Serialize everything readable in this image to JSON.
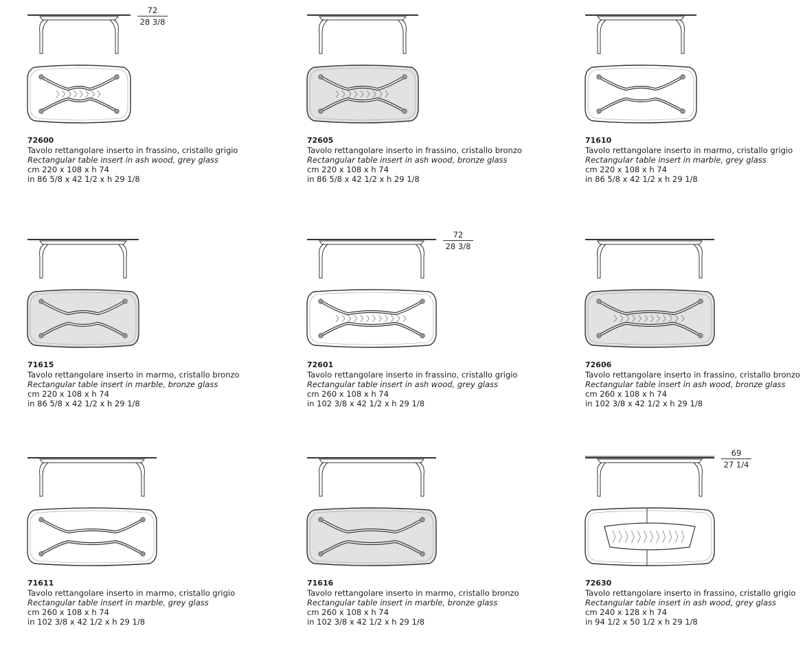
{
  "items": [
    {
      "code": "72600",
      "it": "Tavolo rettangolare inserto in frassino, cristallo grigio",
      "en": "Rectangular table insert in ash wood, grey glass",
      "cm": "cm 220 x 108 x h 74",
      "in": "in 86 5/8 x 42 1/2 x h 29 1/8",
      "height_mark": {
        "num": "72",
        "frac": "28 3/8"
      },
      "top_shade": "none",
      "insert": "ash"
    },
    {
      "code": "72605",
      "it": "Tavolo rettangolare inserto in frassino, cristallo bronzo",
      "en": "Rectangular table insert in ash wood, bronze glass",
      "cm": "cm 220 x 108 x h 74",
      "in": "in 86 5/8 x 42 1/2 x h 29 1/8",
      "height_mark": null,
      "top_shade": "gray",
      "insert": "ash"
    },
    {
      "code": "71610",
      "it": "Tavolo rettangolare inserto in marmo, cristallo grigio",
      "en": "Rectangular table insert in marble, grey glass",
      "cm": "cm 220 x 108 x h 74",
      "in": "in 86 5/8 x 42 1/2 x h 29 1/8",
      "height_mark": null,
      "top_shade": "none",
      "insert": "marble"
    },
    {
      "code": "71615",
      "it": "Tavolo rettangolare inserto in marmo, cristallo bronzo",
      "en": "Rectangular table insert in marble, bronze glass",
      "cm": "cm 220 x 108 x h 74",
      "in": "in 86 5/8 x 42 1/2 x h 29 1/8",
      "height_mark": null,
      "top_shade": "gray",
      "insert": "marble"
    },
    {
      "code": "72601",
      "it": "Tavolo rettangolare inserto in frassino, cristallo grigio",
      "en": "Rectangular table insert in ash wood, grey glass",
      "cm": "cm 260 x 108 x h 74",
      "in": "in 102 3/8 x 42 1/2 x h 29 1/8",
      "height_mark": {
        "num": "72",
        "frac": "28 3/8"
      },
      "top_shade": "none",
      "insert": "ash"
    },
    {
      "code": "72606",
      "it": "Tavolo rettangolare inserto in frassino, cristallo bronzo",
      "en": "Rectangular table insert in ash wood, bronze glass",
      "cm": "cm 260 x 108 x h 74",
      "in": "in 102 3/8 x 42 1/2 x h 29 1/8",
      "height_mark": null,
      "top_shade": "gray",
      "insert": "ash"
    },
    {
      "code": "71611",
      "it": "Tavolo rettangolare inserto in marmo, cristallo grigio",
      "en": "Rectangular table insert in marble, grey glass",
      "cm": "cm 260 x 108 x h 74",
      "in": "in 102 3/8 x 42 1/2 x h 29 1/8",
      "height_mark": null,
      "top_shade": "none",
      "insert": "marble"
    },
    {
      "code": "71616",
      "it": "Tavolo rettangolare inserto in marmo, cristallo bronzo",
      "en": "Rectangular table insert in marble, bronze glass",
      "cm": "cm 260 x 108 x h 74",
      "in": "in 102 3/8 x 42 1/2 x h 29 1/8",
      "height_mark": null,
      "top_shade": "gray",
      "insert": "marble"
    },
    {
      "code": "72630",
      "it": "Tavolo rettangolare inserto in frassino, cristallo grigio",
      "en": "Rectangular table insert in ash wood, grey glass",
      "cm": "cm 240 x 128 x h 74",
      "in": "in 94 1/2 x 50 1/2 x h 29 1/8",
      "height_mark": {
        "num": "69",
        "frac": "27 1/4"
      },
      "top_shade": "none",
      "insert": "ash-center"
    }
  ],
  "colors": {
    "line": "#333333",
    "shade": "#e2e2e2",
    "insert_line": "#777777"
  }
}
